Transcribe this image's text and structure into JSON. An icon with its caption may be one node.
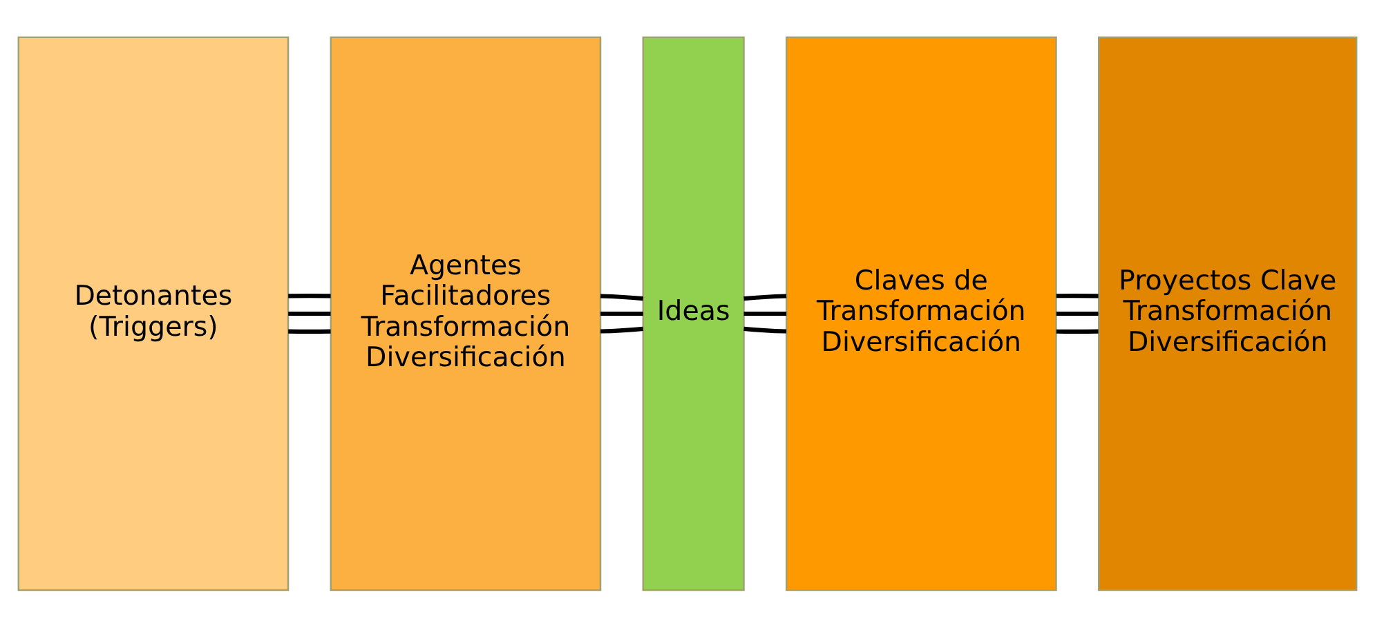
{
  "diagram": {
    "nodes": [
      {
        "text": [
          "Detonantes (Triggers)"
        ]
      },
      {
        "text": [
          "Agentes Facilitadores Transformación Diversificación"
        ]
      },
      {
        "text": [
          "Ideas"
        ]
      },
      {
        "text": [
          "Claves de Transformación Diversificación"
        ]
      },
      {
        "text": [
          "Proyectos Clave Transformación Diversificación"
        ]
      }
    ],
    "edges": [
      {
        "from": 0,
        "to": 1,
        "arrow": "none"
      },
      {
        "from": 0,
        "to": 1,
        "arrow": "none"
      },
      {
        "from": 0,
        "to": 1,
        "arrow": "none"
      },
      {
        "from": 1,
        "to": 2,
        "arrow": "none"
      },
      {
        "from": 1,
        "to": 2,
        "arrow": "none"
      },
      {
        "from": 1,
        "to": 2,
        "arrow": "none"
      },
      {
        "from": 2,
        "to": 3,
        "arrow": "none"
      },
      {
        "from": 2,
        "to": 3,
        "arrow": "none"
      },
      {
        "from": 2,
        "to": 3,
        "arrow": "none"
      },
      {
        "from": 3,
        "to": 4,
        "arrow": "none"
      },
      {
        "from": 3,
        "to": 4,
        "arrow": "none"
      },
      {
        "from": 3,
        "to": 4,
        "arrow": "none"
      }
    ]
  }
}
